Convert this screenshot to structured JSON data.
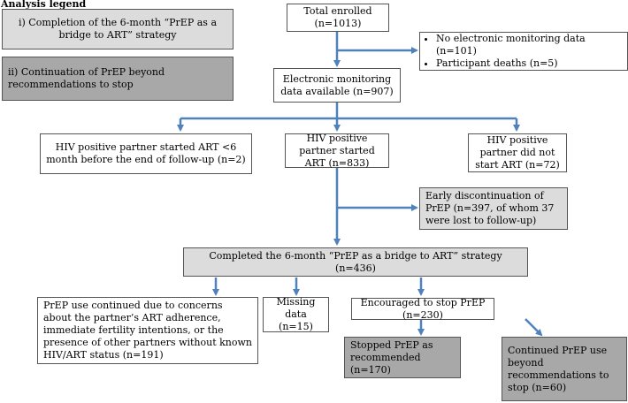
{
  "legend": {
    "title": "Analysis legend",
    "item1": "i) Completion of the 6-month “PrEP as a bridge to ART” strategy",
    "item2": "ii) Continuation of PrEP beyond recommendations to stop"
  },
  "nodes": {
    "total": "Total enrolled (n=1013)",
    "exclusions": [
      "No electronic monitoring data (n=101)",
      "Participant deaths (n=5)"
    ],
    "em_available": "Electronic monitoring data available (n=907)",
    "art_lt6": "HIV positive partner started ART <6 month before the end of follow-up (n=2)",
    "art_started": "HIV positive partner started ART (n=833)",
    "art_not": "HIV positive partner did not start ART (n=72)",
    "early_disc": "Early discontinuation of PrEP (n=397, of whom 37 were lost to follow-up)",
    "completed": "Completed the 6-month “PrEP as a bridge to ART” strategy (n=436)",
    "continued_concerns": "PrEP use continued due to concerns about the partner’s ART adherence, immediate fertility intentions, or the presence of other partners without known HIV/ART status (n=191)",
    "missing": "Missing data (n=15)",
    "encouraged": "Encouraged to stop PrEP (n=230)",
    "stopped": "Stopped PrEP as recommended (n=170)",
    "continued_beyond": "Continued PrEP use beyond recommendations to stop (n=60)"
  },
  "colors": {
    "arrow": "#4f81bd",
    "light_fill": "#dcdcdc",
    "dark_fill": "#a8a8a8"
  }
}
